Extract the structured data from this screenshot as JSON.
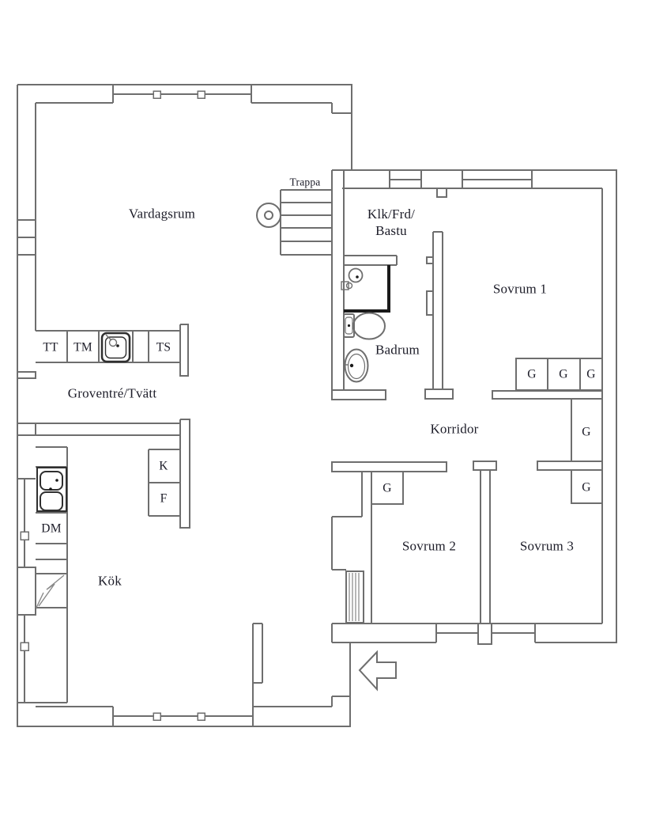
{
  "plan": {
    "rooms": {
      "vardagsrum": "Vardagsrum",
      "trappa": "Trappa",
      "klk_frd_bastu": [
        "Klk/Frd/",
        "Bastu"
      ],
      "sovrum1": "Sovrum 1",
      "badrum": "Badrum",
      "korridor": "Korridor",
      "groventre_tvatt": "Groventré/Tvätt",
      "kok": "Kök",
      "sovrum2": "Sovrum 2",
      "sovrum3": "Sovrum 3"
    },
    "fixtures": {
      "tt": "TT",
      "tm": "TM",
      "ts": "TS",
      "k": "K",
      "f": "F",
      "dm": "DM",
      "closet": "G"
    },
    "colors": {
      "background": "#ffffff",
      "wall_line": "#6e6e6e",
      "text": "#1c1c28",
      "fixture_dark": "#1a1a1a"
    }
  }
}
